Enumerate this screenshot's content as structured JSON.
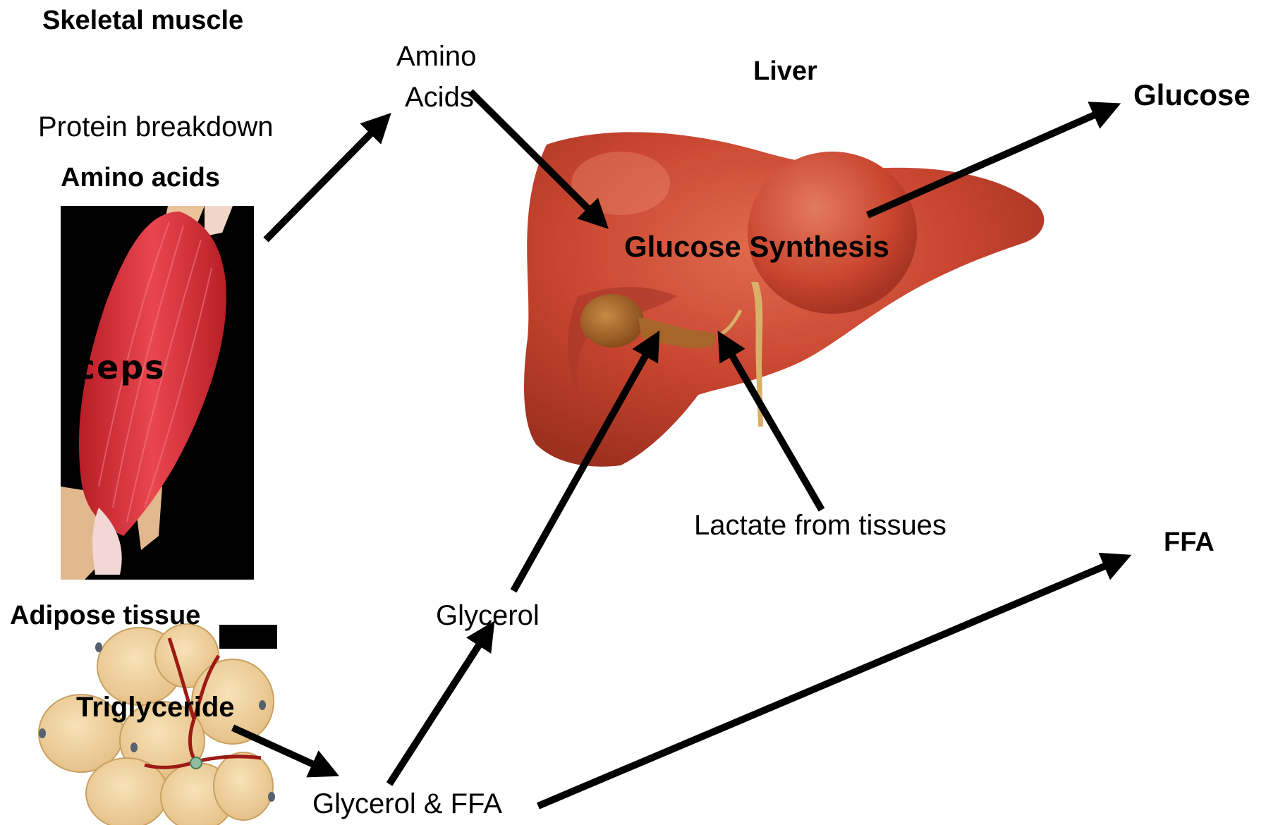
{
  "labels": {
    "skeletal_muscle": "Skeletal muscle",
    "protein_breakdown": "Protein breakdown",
    "amino_acids_muscle": "Amino acids",
    "amino_acids_top": "Amino",
    "amino_acids_bottom": "Acids",
    "liver": "Liver",
    "glucose_synthesis": "Glucose Synthesis",
    "glucose": "Glucose",
    "lactate": "Lactate from tissues",
    "ffa": "FFA",
    "glycerol": "Glycerol",
    "adipose_tissue": "Adipose tissue",
    "triglyceride": "Triglyceride",
    "glycerol_ffa": "Glycerol & FFA",
    "muscle_image_word": "iceps"
  },
  "colors": {
    "liver_main": "#c8452f",
    "liver_dark": "#9e3020",
    "liver_highlight": "#e27a5e",
    "gallbladder": "#a8652a",
    "muscle_red": "#e0363e",
    "muscle_bg": "#000000",
    "fat_cell": "#f1d4a0",
    "fat_vessel": "#9c1a14",
    "arrow": "#000000"
  }
}
